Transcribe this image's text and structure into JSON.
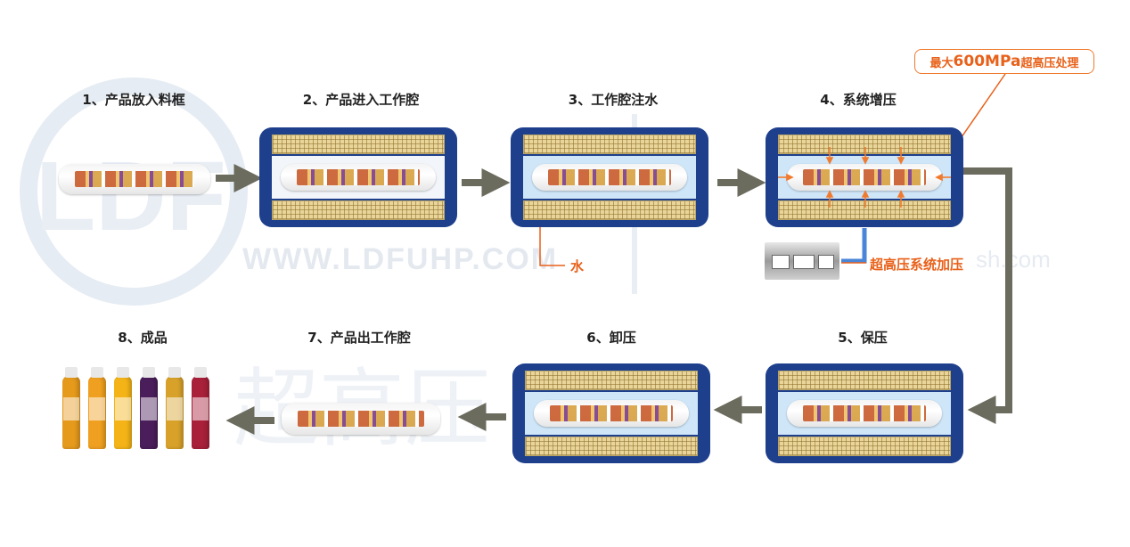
{
  "watermark": {
    "logo_text": "LDF",
    "url": "WWW.LDFUHP.COM",
    "site_tail": "sh.com",
    "big_text": "超高压"
  },
  "steps": [
    {
      "label": "1、产品放入料框"
    },
    {
      "label": "2、产品进入工作腔"
    },
    {
      "label": "3、工作腔注水"
    },
    {
      "label": "4、系统增压"
    },
    {
      "label": "5、保压"
    },
    {
      "label": "6、卸压"
    },
    {
      "label": "7、产品出工作腔"
    },
    {
      "label": "8、成品"
    }
  ],
  "annotations": {
    "water": "水",
    "pump_label": "超高压系统加压",
    "callout_prefix": "最大",
    "callout_value": "600MPa",
    "callout_suffix": "超高压处理"
  },
  "colors": {
    "chamber_blue": "#1e3f8c",
    "plate_yellow": "#e9d59a",
    "water_blue": "#cfe6f8",
    "arrow_gray": "#6b6b5e",
    "accent_orange": "#e8611a",
    "pipe_blue": "#4a86d8"
  },
  "bottles": [
    "#e59a1c",
    "#f0a020",
    "#f4b418",
    "#4a1e5a",
    "#d8a22a",
    "#a8203a"
  ]
}
